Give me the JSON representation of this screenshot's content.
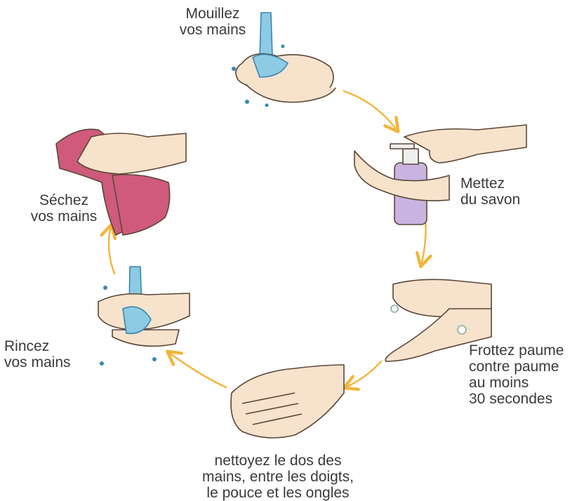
{
  "colors": {
    "arrow": "#f2b43a",
    "skin": "#f7e2cc",
    "skin_line": "#5a4636",
    "water": "#8ccbe3",
    "water_line": "#3a86b0",
    "towel": "#cf5a7b",
    "bottle": "#c9b3e0",
    "text": "#3a3a3a"
  },
  "steps": [
    {
      "id": "wet",
      "icon": "water-hands-icon",
      "lines": [
        "Mouillez",
        "vos mains"
      ]
    },
    {
      "id": "soap",
      "icon": "soap-dispenser-icon",
      "lines": [
        "Mettez",
        "du savon"
      ]
    },
    {
      "id": "rub",
      "icon": "rubbing-palms-icon",
      "lines": [
        "Frottez paume",
        "contre paume",
        "au moins",
        "30 secondes"
      ]
    },
    {
      "id": "back",
      "icon": "back-of-hands-icon",
      "lines": [
        "nettoyez le dos des",
        "mains, entre les doigts,",
        "le pouce et les ongles"
      ]
    },
    {
      "id": "rinse",
      "icon": "rinse-hands-icon",
      "lines": [
        "Rincez",
        "vos mains"
      ]
    },
    {
      "id": "dry",
      "icon": "towel-hands-icon",
      "lines": [
        "Séchez",
        "vos mains"
      ]
    }
  ]
}
